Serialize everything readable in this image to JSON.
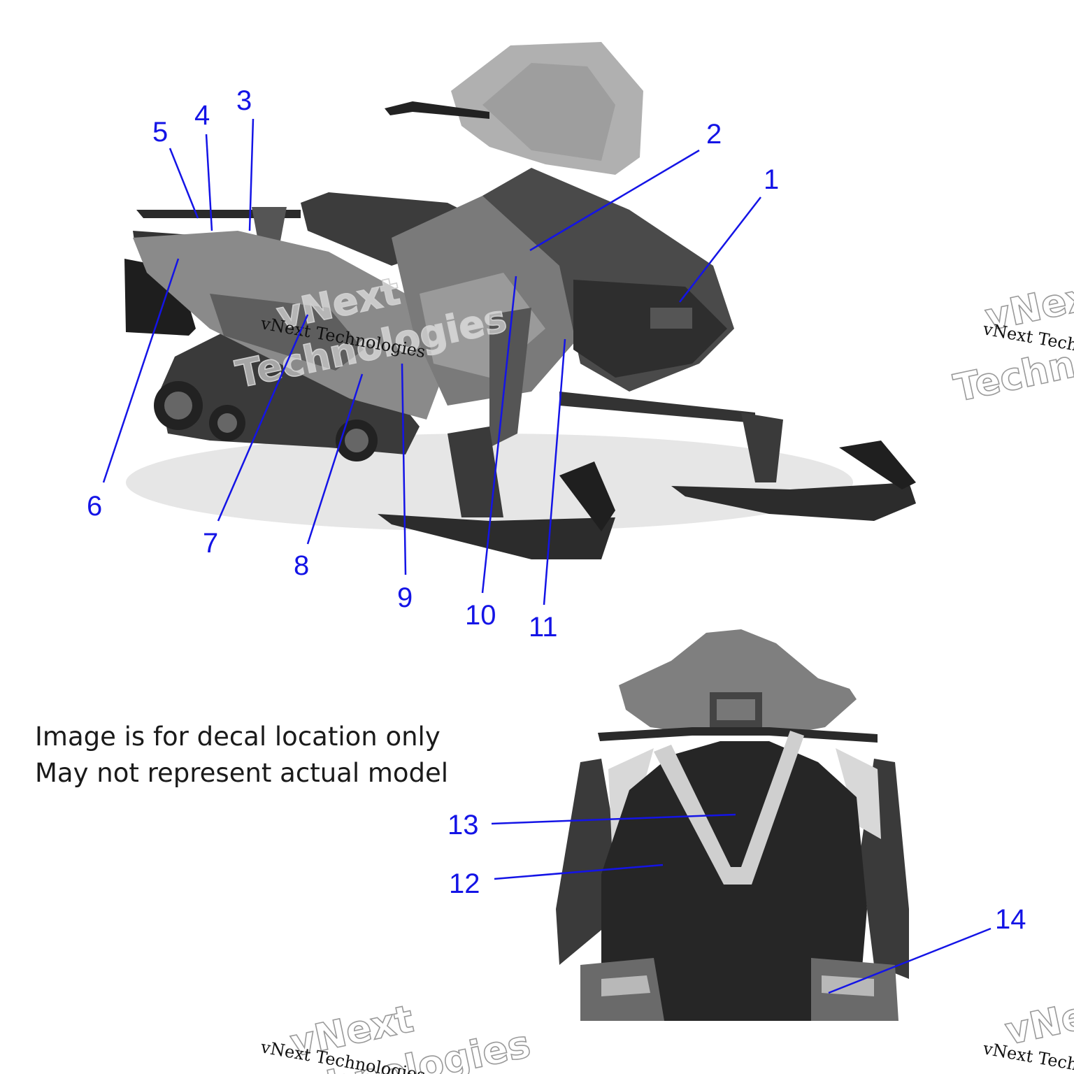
{
  "callouts": [
    {
      "id": "1",
      "label": "1"
    },
    {
      "id": "2",
      "label": "2"
    },
    {
      "id": "3",
      "label": "3"
    },
    {
      "id": "4",
      "label": "4"
    },
    {
      "id": "5",
      "label": "5"
    },
    {
      "id": "6",
      "label": "6"
    },
    {
      "id": "7",
      "label": "7"
    },
    {
      "id": "8",
      "label": "8"
    },
    {
      "id": "9",
      "label": "9"
    },
    {
      "id": "10",
      "label": "10"
    },
    {
      "id": "11",
      "label": "11"
    },
    {
      "id": "12",
      "label": "12"
    },
    {
      "id": "13",
      "label": "13"
    },
    {
      "id": "14",
      "label": "14"
    }
  ],
  "note": {
    "line1": "Image is for decal location only",
    "line2": "May not represent actual model"
  },
  "watermark": {
    "brand_line1": "vNext",
    "brand_line2": "Technologies",
    "mono_text": "vNext Technologies"
  },
  "colors": {
    "callout": "#1414e6",
    "vehicle_dark": "#2b2b2b",
    "vehicle_mid": "#6e6e6e",
    "vehicle_light": "#a8a8a8"
  }
}
